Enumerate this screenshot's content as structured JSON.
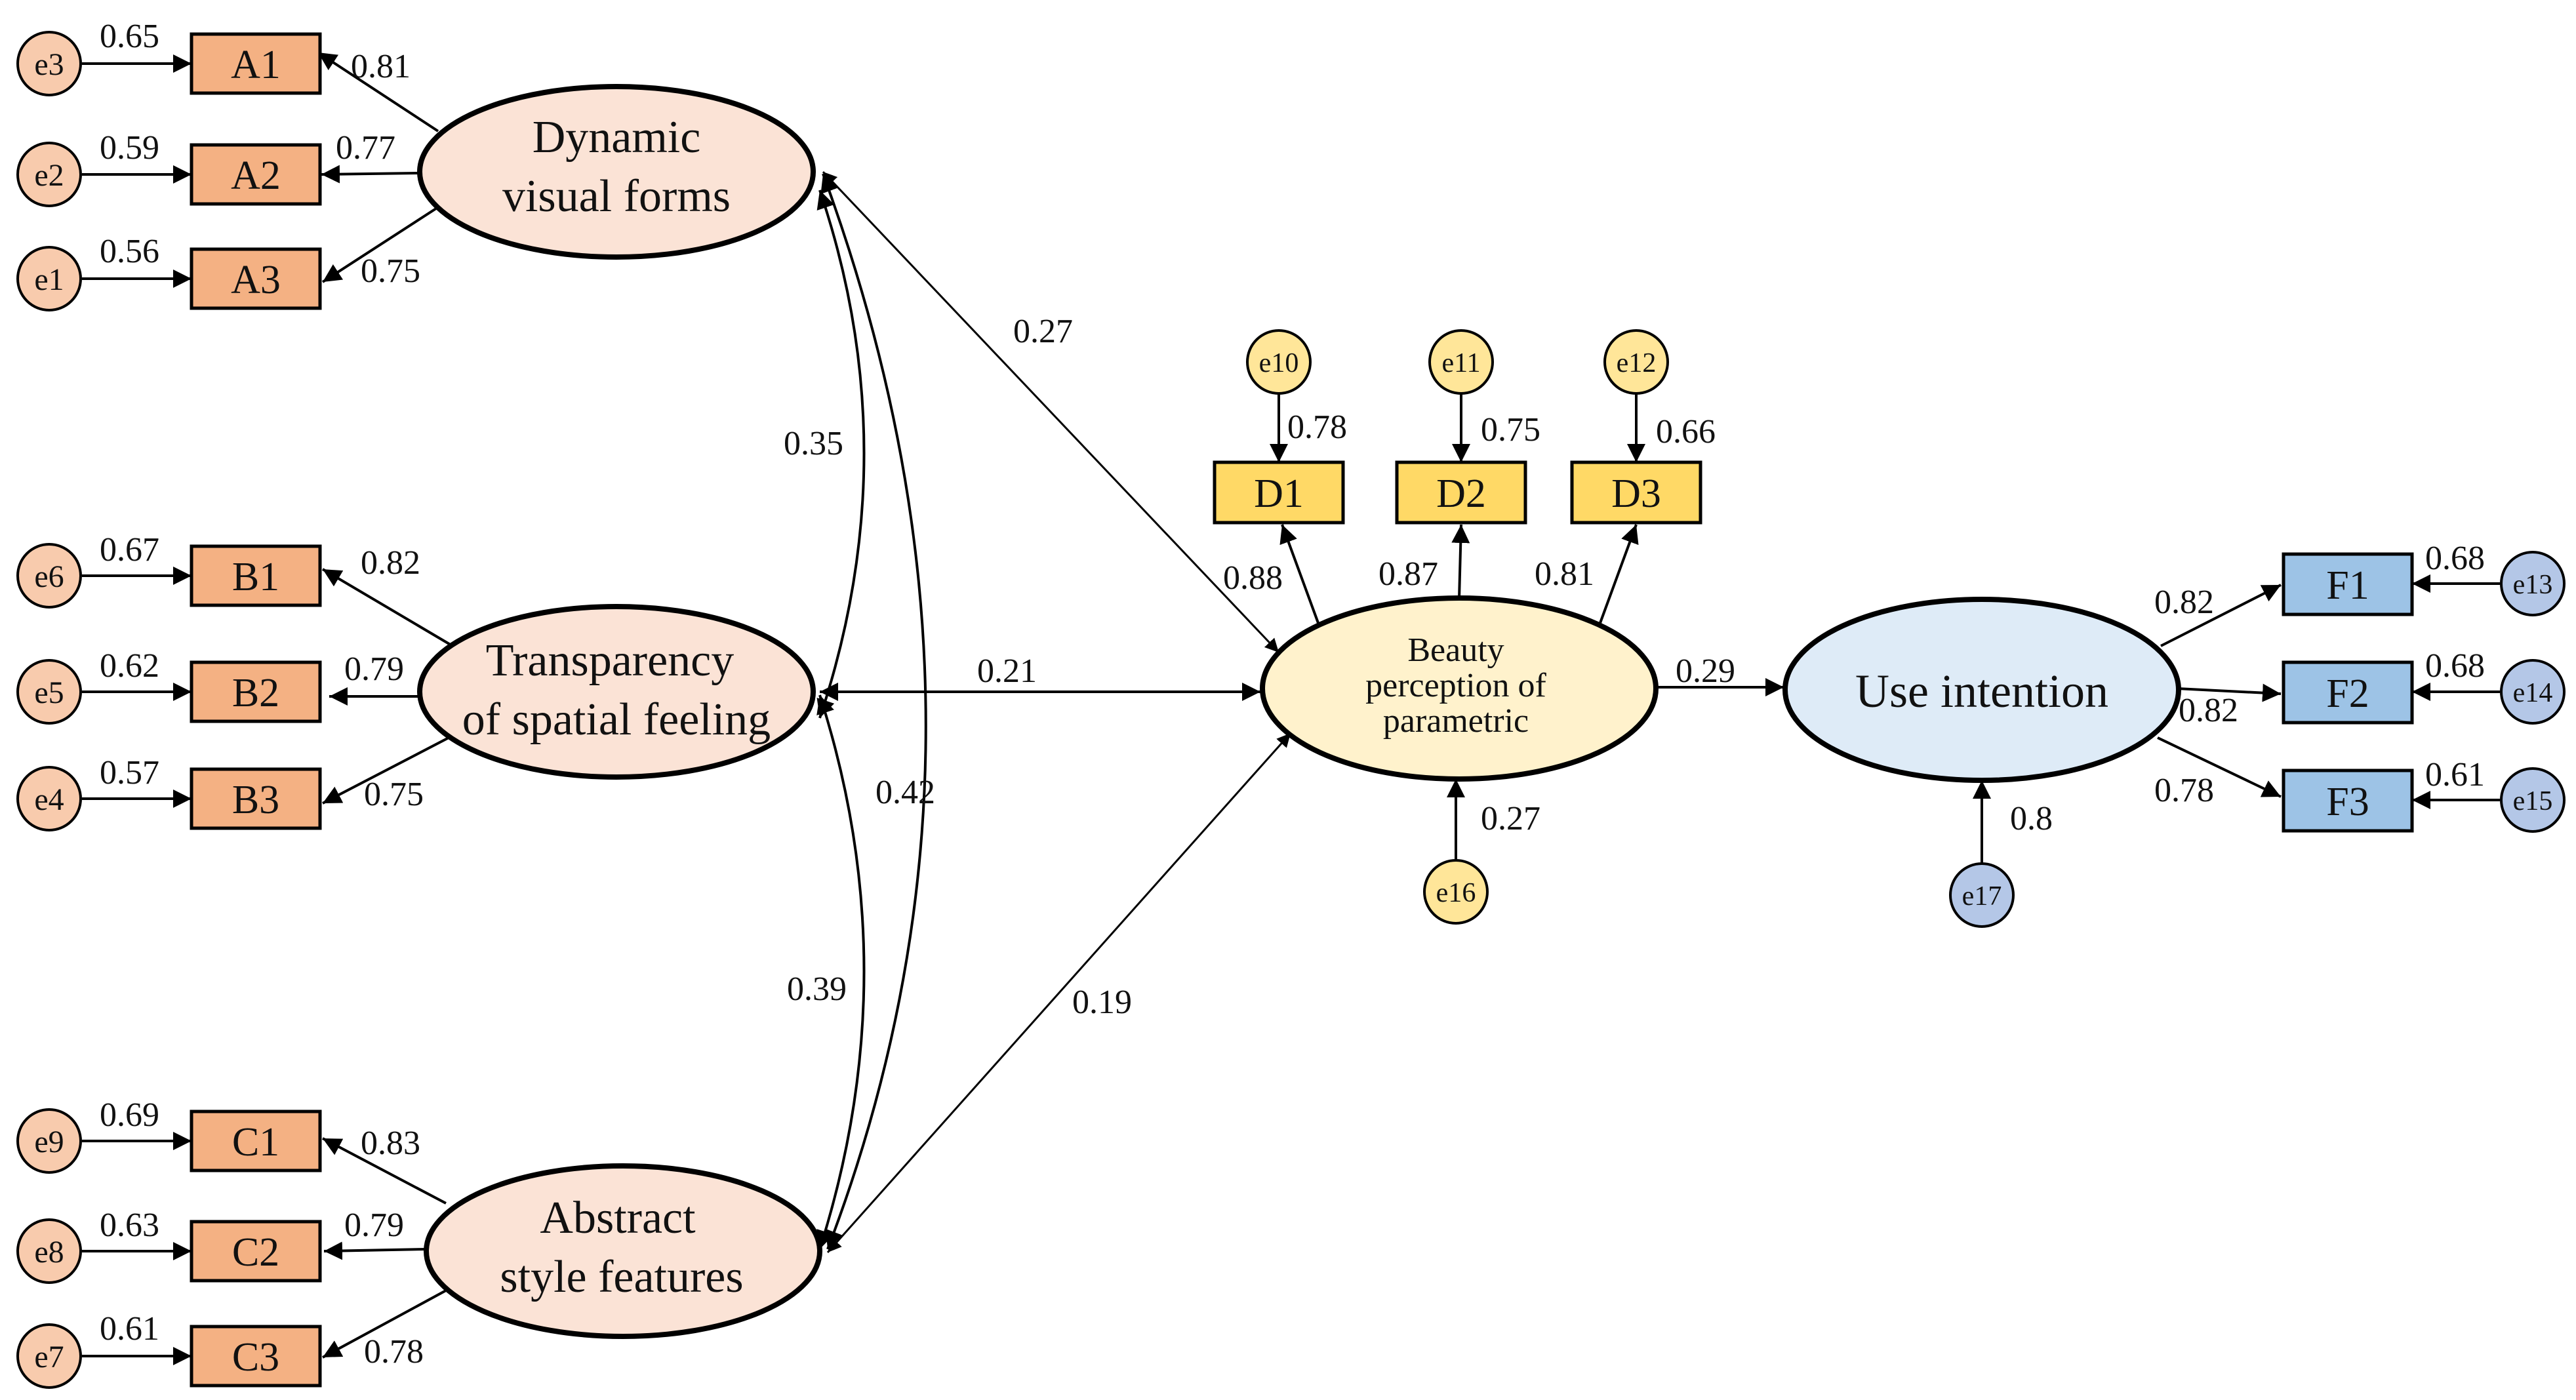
{
  "colors": {
    "orange_fill": "#F4B183",
    "orange_light": "#FBE3D6",
    "yellow_fill": "#FFD966",
    "yellow_light": "#FFF2CC",
    "blue_fill": "#9DC3E6",
    "blue_light": "#DEEBF7",
    "stroke": "#000000"
  },
  "latents": {
    "dynamic": {
      "line1": "Dynamic",
      "line2": "visual forms"
    },
    "transparency": {
      "line1": "Transparency",
      "line2": "of spatial feeling"
    },
    "abstract": {
      "line1": "Abstract",
      "line2": "style features"
    },
    "beauty": {
      "line1": "Beauty",
      "line2": "perception of",
      "line3": "parametric"
    },
    "use": {
      "line1": "Use intention"
    }
  },
  "indicators": {
    "A1": "A1",
    "A2": "A2",
    "A3": "A3",
    "B1": "B1",
    "B2": "B2",
    "B3": "B3",
    "C1": "C1",
    "C2": "C2",
    "C3": "C3",
    "D1": "D1",
    "D2": "D2",
    "D3": "D3",
    "F1": "F1",
    "F2": "F2",
    "F3": "F3"
  },
  "errors": {
    "e1": "e1",
    "e2": "e2",
    "e3": "e3",
    "e4": "e4",
    "e5": "e5",
    "e6": "e6",
    "e7": "e7",
    "e8": "e8",
    "e9": "e9",
    "e10": "e10",
    "e11": "e11",
    "e12": "e12",
    "e13": "e13",
    "e14": "e14",
    "e15": "e15",
    "e16": "e16",
    "e17": "e17"
  },
  "weights": {
    "e3_A1": "0.65",
    "e2_A2": "0.59",
    "e1_A3": "0.56",
    "dyn_A1": "0.81",
    "dyn_A2": "0.77",
    "dyn_A3": "0.75",
    "e6_B1": "0.67",
    "e5_B2": "0.62",
    "e4_B3": "0.57",
    "tra_B1": "0.82",
    "tra_B2": "0.79",
    "tra_B3": "0.75",
    "e9_C1": "0.69",
    "e8_C2": "0.63",
    "e7_C3": "0.61",
    "abs_C1": "0.83",
    "abs_C2": "0.79",
    "abs_C3": "0.78",
    "e10_D1": "0.78",
    "e11_D2": "0.75",
    "e12_D3": "0.66",
    "bea_D1": "0.88",
    "bea_D2": "0.87",
    "bea_D3": "0.81",
    "e13_F1": "0.68",
    "e14_F2": "0.68",
    "e15_F3": "0.61",
    "use_F1": "0.82",
    "use_F2": "0.82",
    "use_F3": "0.78",
    "dyn_bea": "0.27",
    "tra_bea": "0.21",
    "abs_bea": "0.19",
    "dyn_tra": "0.35",
    "dyn_abs": "0.42",
    "tra_abs": "0.39",
    "bea_use": "0.29",
    "e16_bea": "0.27",
    "e17_use": "0.8"
  }
}
